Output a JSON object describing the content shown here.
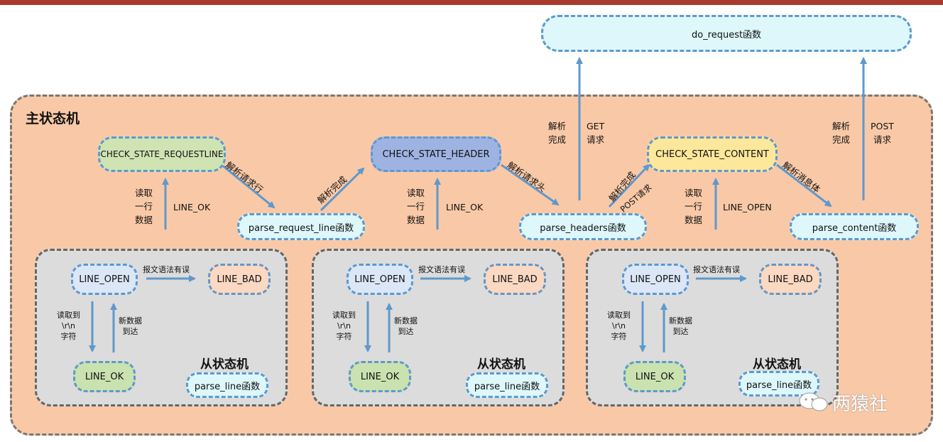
{
  "main_machine_label": "主状态机",
  "sub_machine_label": "从状态机",
  "do_request": "do_request函数",
  "states": {
    "requestline": "CHECK_STATE_REQUESTLINE",
    "header": "CHECK_STATE_HEADER",
    "content": "CHECK_STATE_CONTENT"
  },
  "functions": {
    "parse_request_line": "parse_request_line函数",
    "parse_headers": "parse_headers函数",
    "parse_content": "parse_content函数",
    "parse_line": "parse_line函数"
  },
  "sub_states": {
    "line_open": "LINE_OPEN",
    "line_bad": "LINE_BAD",
    "line_ok": "LINE_OK"
  },
  "edge_labels": {
    "read_line": "读取\n一行\n数据",
    "line_ok": "LINE_OK",
    "line_open": "LINE_OPEN",
    "parse_request_line": "解析请求行",
    "parse_done": "解析完成",
    "parse_header": "解析请求头",
    "parse_done_post": "解析完成",
    "post_request": "POST请求",
    "parse_body": "解析消息体",
    "parse_complete": "解析\n完成",
    "get_request": "GET\n请求",
    "post_request_2": "POST\n请求",
    "syntax_error": "报文语法有误",
    "read_crlf": "读取到\n\\r\\n\n字符",
    "new_data": "新数据\n到达"
  },
  "watermark": "两猿社",
  "colors": {
    "requestline_fill": "#cfe3b3",
    "header_fill": "#9fb3e3",
    "content_fill": "#fde79a",
    "function_fill": "#ddf7fb",
    "line_open_fill": "#dbe7f6",
    "line_bad_fill": "#fbd8c2",
    "line_ok_fill": "#c9e2b0",
    "main_frame_fill": "#f9c9a7",
    "sub_frame_fill": "#dcdcdc",
    "arrow": "#5f98cc"
  }
}
